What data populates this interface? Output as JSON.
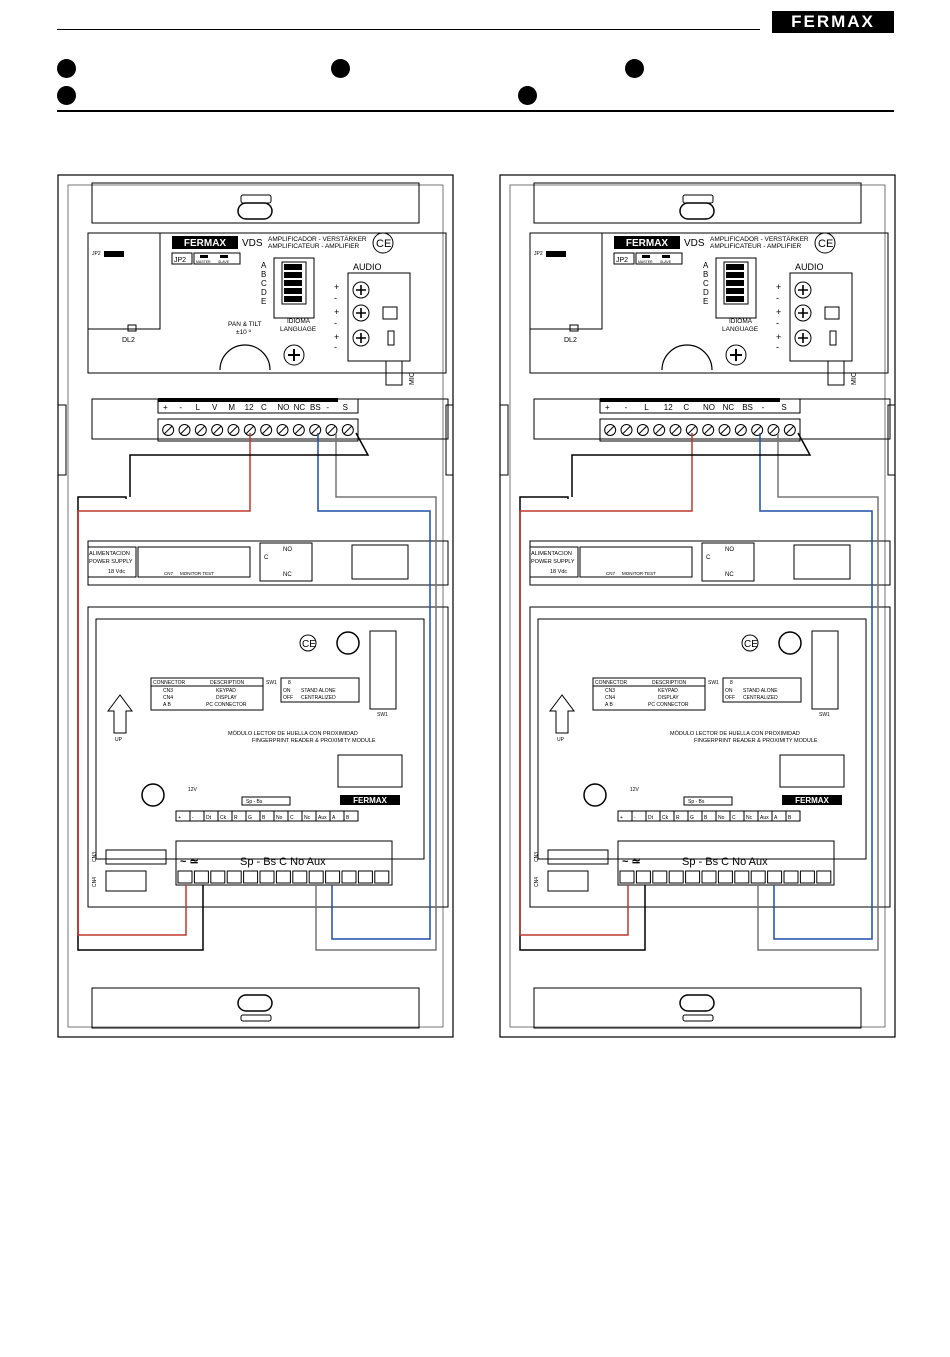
{
  "header": {
    "logo": "FERMAX"
  },
  "panel": {
    "amp": {
      "brand": "FERMAX",
      "model": "VDS",
      "title_line1": "AMPLIFICADOR - VERSTÄRKER",
      "title_line2": "AMPLIFICATEUR - AMPLIFIER",
      "jp2": "JP2",
      "master": "MASTER",
      "slave": "SLAVE",
      "letters": [
        "A",
        "B",
        "C",
        "D",
        "E"
      ],
      "idioma": "IDIOMA",
      "language": "LANGUAGE",
      "audio": "AUDIO",
      "pan_tilt": "PAN & TILT",
      "pan_angle": "±10 º",
      "dl2": "DL2",
      "mic": "MIC",
      "ce": "CE"
    },
    "terminals_left": [
      "+",
      "-",
      "L",
      "V",
      "M",
      "12",
      "C",
      "NO",
      "NC",
      "BS",
      "-",
      "S"
    ],
    "terminals_right": [
      "+",
      "-",
      "L",
      "12",
      "C",
      "NO",
      "NC",
      "BS",
      "-",
      "S"
    ],
    "psu": {
      "line1": "ALIMENTACION",
      "line2": "POWER SUPPLY",
      "volts": "18 Vdc",
      "cn7": "CN7",
      "monitor_test": "MONITOR TEST",
      "c": "C",
      "no": "NO",
      "nc": "NC"
    },
    "module": {
      "table_headers": [
        "CONNECTOR",
        "DESCRIPTION"
      ],
      "table_rows": [
        [
          "CN3",
          "KEYPAD"
        ],
        [
          "CN4",
          "DISPLAY"
        ],
        [
          "A B",
          "PC CONNECTOR"
        ]
      ],
      "sw_label": "SW1",
      "sw_num": "8",
      "sw_rows": [
        [
          "ON",
          "STAND ALONE"
        ],
        [
          "OFF",
          "CENTRALIZED"
        ]
      ],
      "sw1": "SW1",
      "up": "UP",
      "title_es": "MÓDULO LECTOR DE HUELLA CON PROXIMIDAD",
      "title_en": "FINGERPRINT READER & PROXIMITY MODULE",
      "v12": "12V",
      "sp_bs": "Sp  -  Bs",
      "brand": "FERMAX",
      "bottom_row": [
        "+",
        "-",
        "Dt",
        "Ck",
        "R",
        "G",
        "B",
        "No",
        "C",
        "Nc",
        "Aux",
        "A",
        "B"
      ],
      "big_strip": "Sp  -  Bs      C  No Aux",
      "cn3": "CN3",
      "cn4": "CN4",
      "ce": "CE"
    }
  }
}
